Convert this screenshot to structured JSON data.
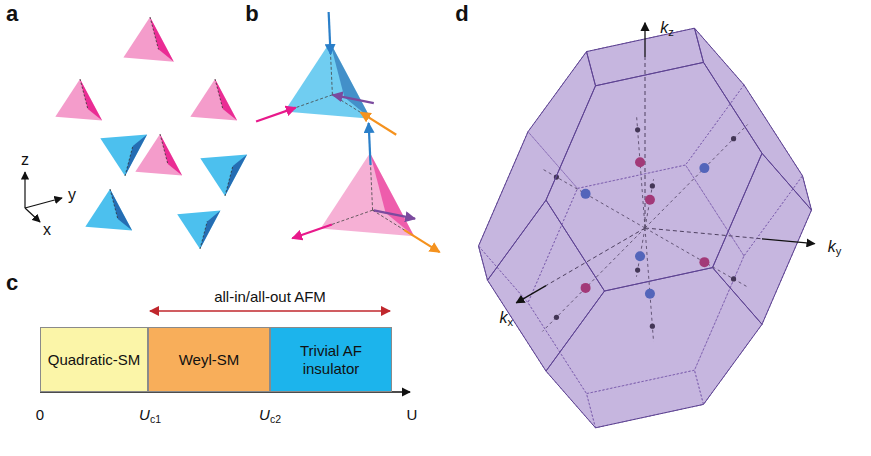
{
  "diagram": {
    "nodes": [
      {
        "text": [
          "Quadratic-SM"
        ]
      },
      {
        "text": [
          "Weyl-SM"
        ]
      },
      {
        "text": [
          "Trivial AF insulator"
        ]
      }
    ],
    "labels": [
      "a",
      "z",
      "y",
      "x",
      "b",
      "c",
      "all-in/all-out AFM",
      "0",
      "Uc1",
      "Uc2",
      "U",
      "d",
      "kz",
      "ky",
      "kx"
    ]
  }
}
